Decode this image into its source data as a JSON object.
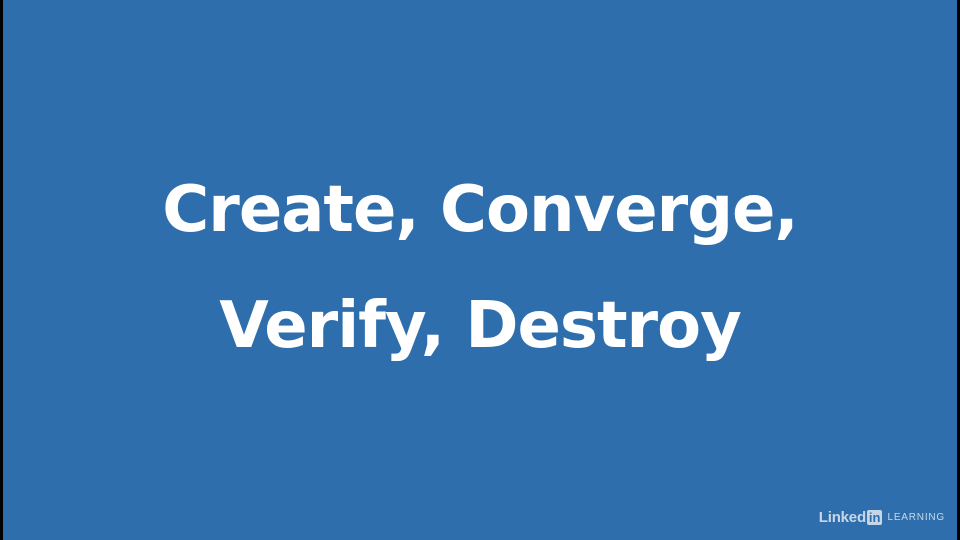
{
  "slide": {
    "title_line1": "Create, Converge,",
    "title_line2": "Verify, Destroy",
    "background": "#2e6eac",
    "text_color": "#ffffff"
  },
  "watermark": {
    "linked": "Linked",
    "in": "in",
    "learning": "LEARNING"
  }
}
